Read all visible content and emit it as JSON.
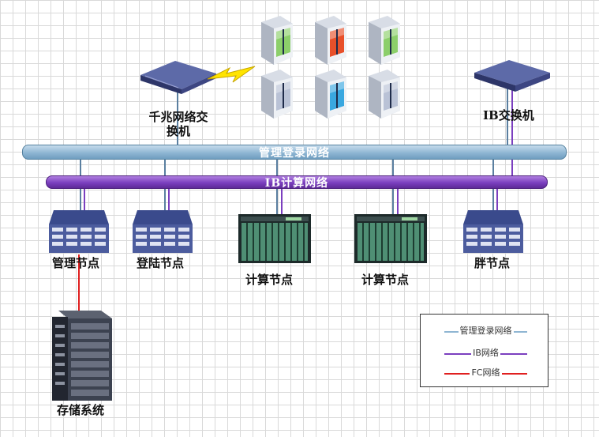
{
  "buses": {
    "management": {
      "label": "管理登录网络",
      "color": "#8fb6d3"
    },
    "ib": {
      "label": "IB计算网络",
      "color": "#7b3fbf"
    }
  },
  "nodes": {
    "gigabit_switch": "千兆网络交\n换机",
    "ib_switch": "IB交换机",
    "management_node": "管理节点",
    "login_node": "登陆节点",
    "compute_node_1": "计算节点",
    "compute_node_2": "计算节点",
    "fat_node": "胖节点",
    "storage": "存储系统"
  },
  "legend": [
    {
      "label": "管理登录网络",
      "color": "#8fb6d3"
    },
    {
      "label": "IB网络",
      "color": "#7b3fbf"
    },
    {
      "label": "FC网络",
      "color": "#e02020"
    }
  ],
  "clients": {
    "count": 6,
    "screen_colors": [
      "#8ccf6a",
      "#e8502a",
      "#8ccf6a",
      "#b9c2d6",
      "#3aa8e0",
      "#b9c2d6"
    ]
  }
}
